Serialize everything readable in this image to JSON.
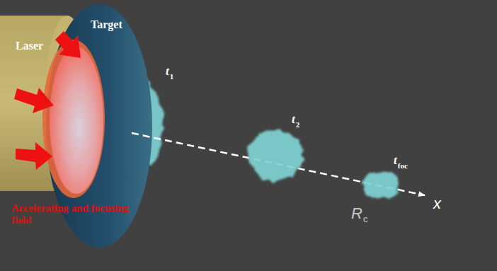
{
  "diagram": {
    "labels": [
      "Laser",
      "Target",
      "Accelerating and focusing field",
      "t",
      "1",
      "t",
      "2",
      "t",
      "foc",
      "x",
      "R",
      "c"
    ]
  }
}
